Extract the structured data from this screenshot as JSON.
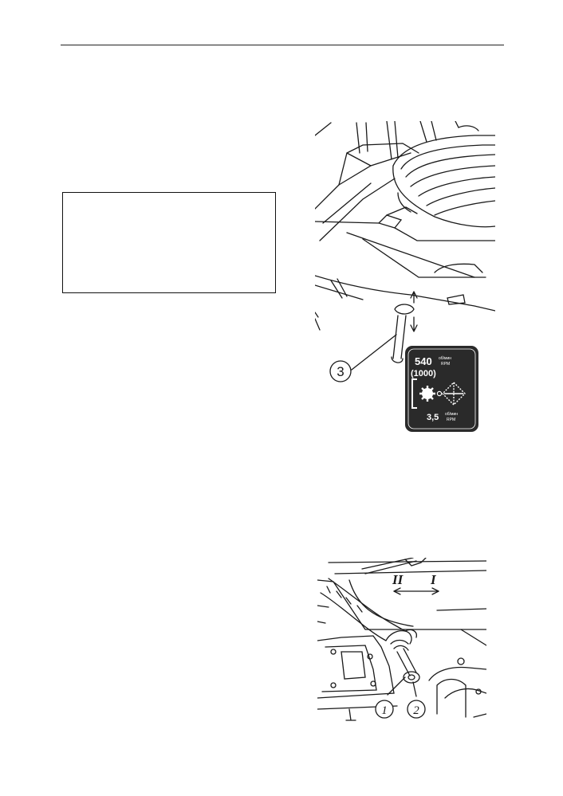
{
  "figure_top": {
    "callout": "3",
    "decal": {
      "speed_top": "540",
      "unit_top_1": "об/мин",
      "unit_top_2": "RPM",
      "speed_alt": "(1000)",
      "speed_bottom": "3,5",
      "unit_bottom_1": "об/мин",
      "unit_bottom_2": "RPM"
    }
  },
  "figure_bottom": {
    "direction_left": "II",
    "direction_right": "I",
    "callout_1": "1",
    "callout_2": "2"
  },
  "colors": {
    "ink": "#1a1a1a",
    "paper": "#ffffff",
    "decal_bg": "#2a2a2a"
  }
}
